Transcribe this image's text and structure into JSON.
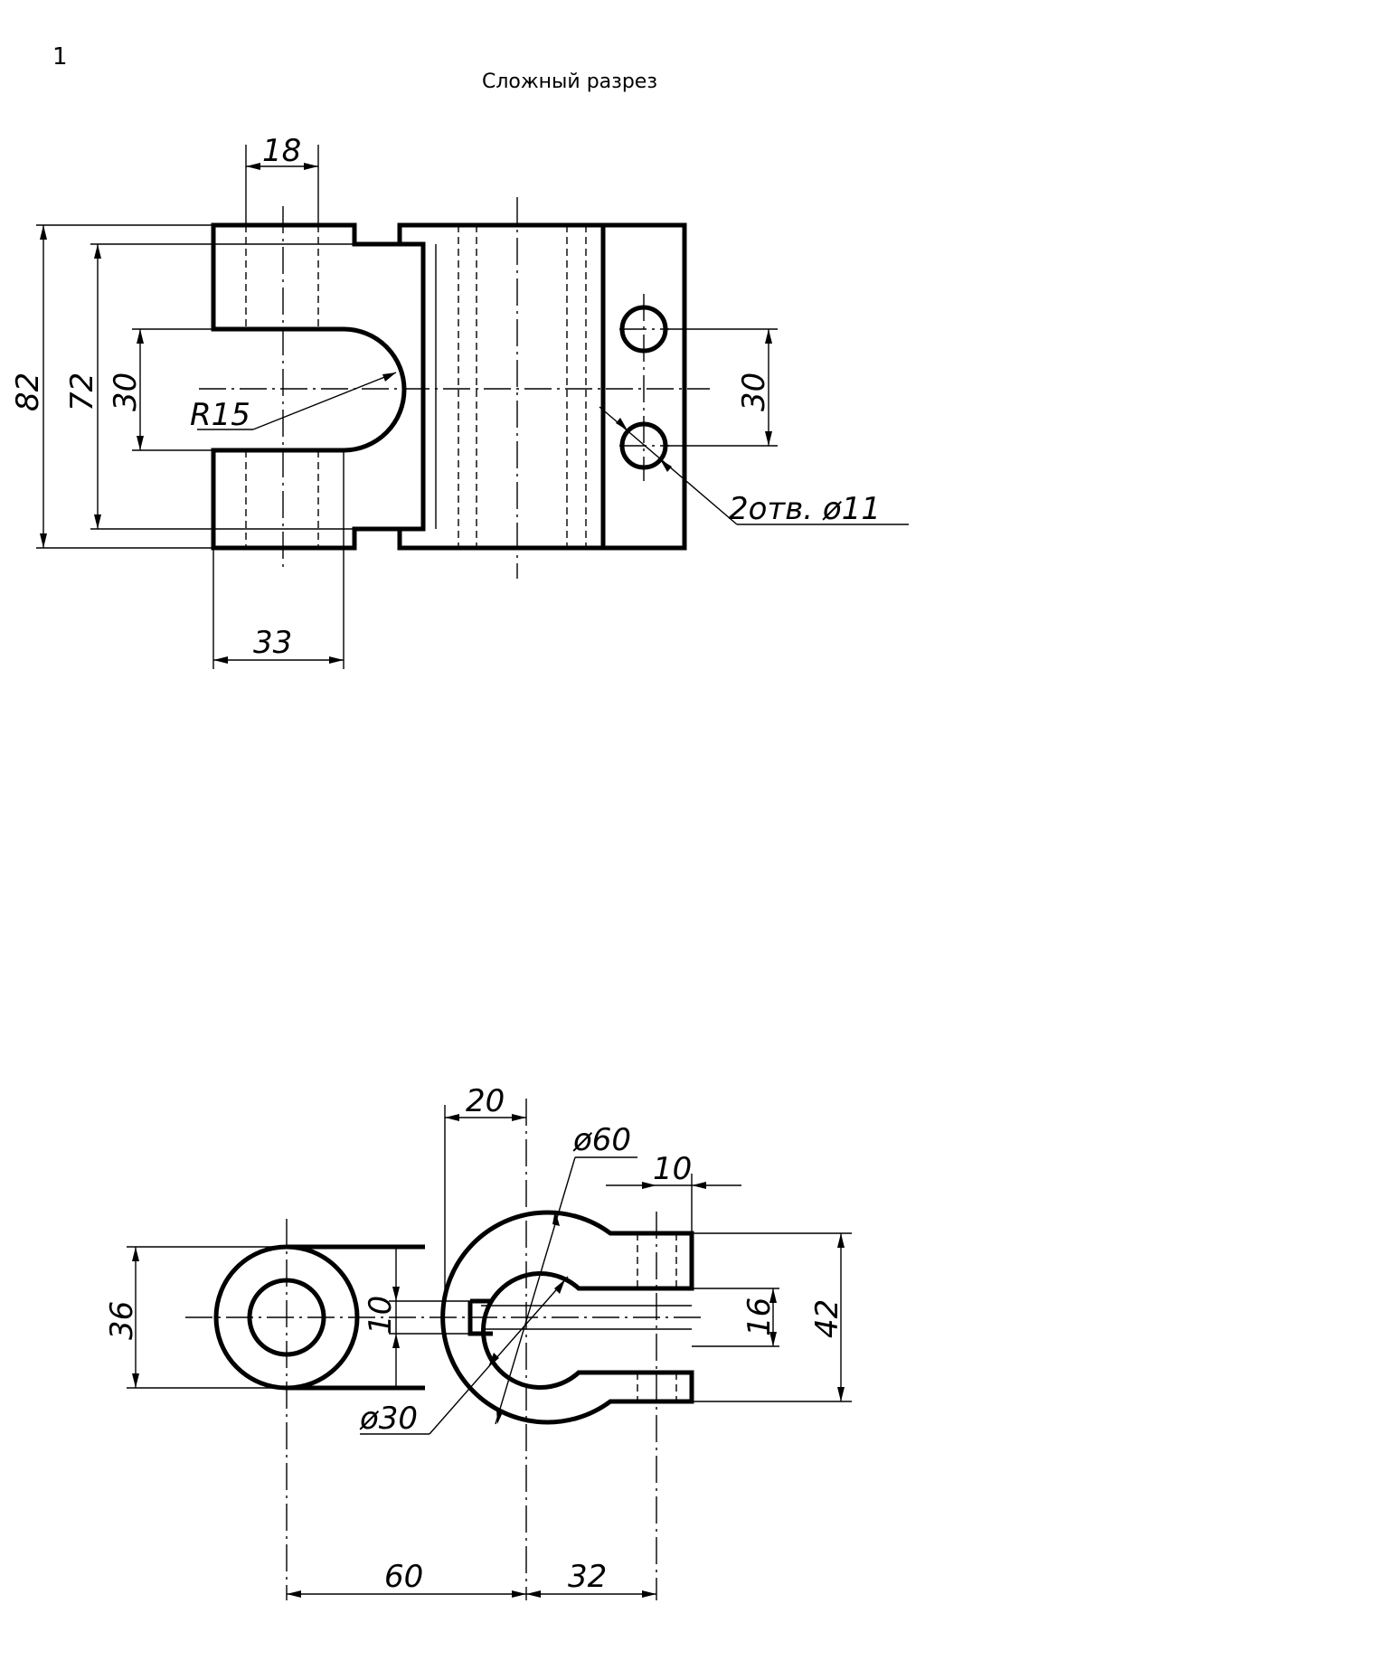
{
  "page": {
    "number": "1",
    "title": "Сложный разрез"
  },
  "top_view": {
    "dimensions": {
      "width_18": "18",
      "height_82": "82",
      "height_72": "72",
      "slot_30": "30",
      "radius": "R15",
      "holes_spacing_30": "30",
      "holes_note": "2отв. ø11",
      "length_33": "33"
    }
  },
  "front_view": {
    "dimensions": {
      "offset_20": "20",
      "diameter_60": "ø60",
      "width_10": "10",
      "height_36": "36",
      "slot_10": "10",
      "slot_16": "16",
      "height_42": "42",
      "diameter_30": "ø30",
      "distance_60": "60",
      "distance_32": "32"
    }
  }
}
